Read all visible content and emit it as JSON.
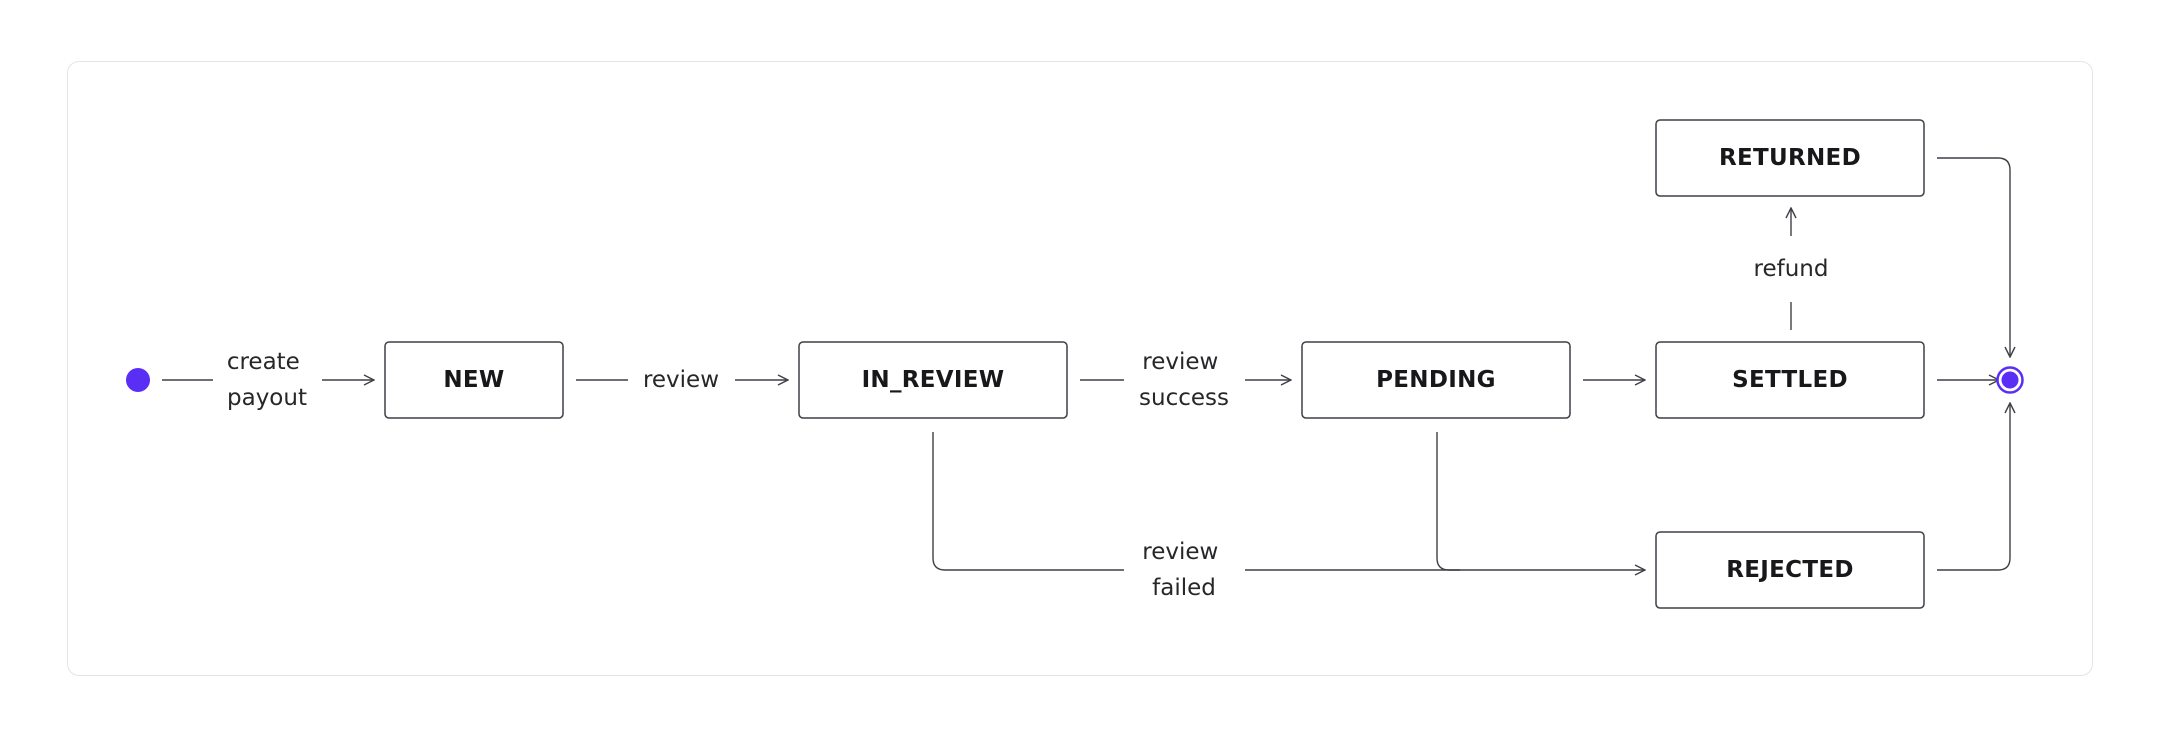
{
  "colors": {
    "accent": "#5b2ef5",
    "stroke": "#3f3f46",
    "card_border": "#e4e4e7"
  },
  "states": {
    "new": "NEW",
    "in_review": "IN_REVIEW",
    "pending": "PENDING",
    "settled": "SETTLED",
    "returned": "RETURNED",
    "rejected": "REJECTED"
  },
  "transitions": {
    "create_payout": [
      "create",
      "payout"
    ],
    "review": "review",
    "review_success": [
      "review",
      "success"
    ],
    "review_failed": [
      "review",
      "failed"
    ],
    "refund": "refund"
  },
  "icons": {
    "start": "initial-state-dot",
    "end": "final-state-bullseye"
  }
}
